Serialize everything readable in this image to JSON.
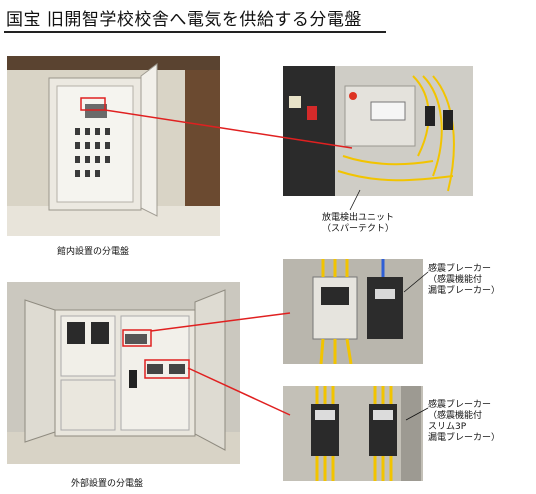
{
  "title": "国宝 旧開智学校校舎へ電気を供給する分電盤",
  "photos": {
    "indoor": {
      "caption": "館内設置の分電盤"
    },
    "outdoor": {
      "caption": "外部設置の分電盤"
    }
  },
  "callouts": {
    "spartect": {
      "lines": [
        "放電検出ユニット",
        "（スパーテクト）"
      ]
    },
    "seismic_breaker": {
      "lines": [
        "感震ブレーカー",
        "（感震機能付",
        "漏電ブレーカー）"
      ]
    },
    "slim3p": {
      "lines": [
        "感震ブレーカー",
        "（感震機能付",
        "スリム3P",
        "漏電ブレーカー）"
      ]
    }
  },
  "colors": {
    "leader_line": "#e02020",
    "rule": "#222222"
  }
}
